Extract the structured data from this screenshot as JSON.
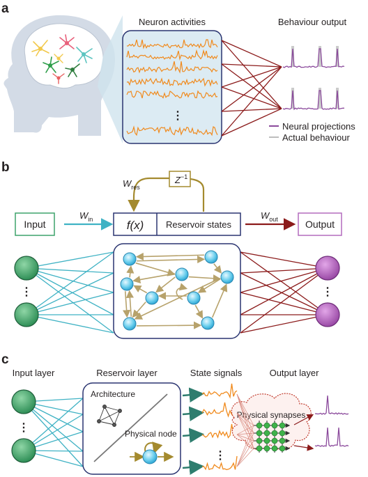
{
  "panel_a": {
    "letter": "a",
    "neuron_title": "Neuron activities",
    "behaviour_title": "Behaviour output",
    "ellipsis": "⋮",
    "legend_neural": "Neural projections",
    "legend_actual": "Actual behaviour",
    "colors": {
      "neuron_trace": "#f08a1d",
      "neural_projection": "#8b4a9c",
      "actual": "#bdbdbd",
      "connection": "#8b1a1a",
      "head": "#d3dbe6"
    }
  },
  "panel_b": {
    "letter": "b",
    "w_res": "W",
    "w_res_sub": "res",
    "z_base": "Z",
    "z_sup": "−1",
    "w_in": "W",
    "w_in_sub": "in",
    "w_out": "W",
    "w_out_sub": "out",
    "input": "Input",
    "fx": "f(x)",
    "reservoir_states": "Reservoir states",
    "output": "Output",
    "ellipsis": "⋮",
    "colors": {
      "input": "#3da36b",
      "output": "#b36bbd",
      "node": "#6fd0ee",
      "edge": "#b7a26b",
      "box": "#2a3470",
      "in_arrow": "#3fb2c4",
      "out_arrow": "#8b1a1a",
      "loop": "#a48a2e"
    }
  },
  "panel_c": {
    "letter": "c",
    "input_layer": "Input layer",
    "reservoir_layer": "Reservoir layer",
    "state_signals": "State signals",
    "output_layer": "Output layer",
    "architecture": "Architecture",
    "physical_node": "Physical node",
    "physical_synapses": "Physical synapses",
    "ellipsis": "⋮",
    "colors": {
      "input": "#3da36b",
      "synapse": "#3fb24a",
      "cloud": "#c0392b",
      "arrow": "#2e7d6e",
      "signal": "#f08a1d"
    }
  }
}
